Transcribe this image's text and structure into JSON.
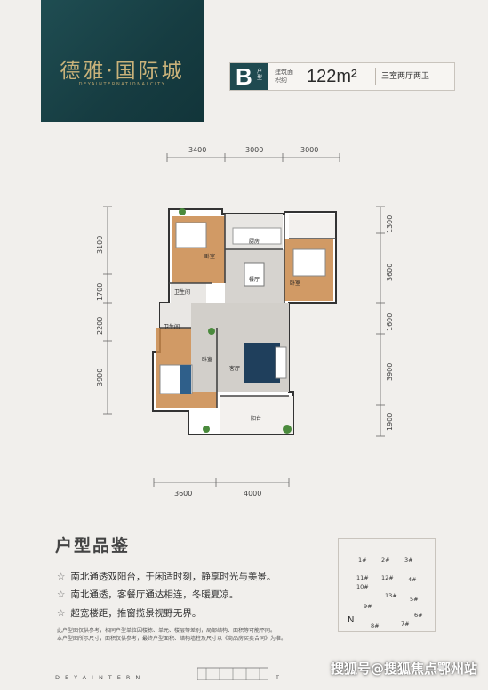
{
  "brand": {
    "name": "德雅·国际城",
    "subtitle": "DEYAINTERNATIONALCITY",
    "colors": {
      "panel": "#1f4d52",
      "gold": "#c9b27a"
    }
  },
  "header": {
    "type_letter": "B",
    "type_small": "户型",
    "area_caption": "建筑面积约",
    "area_value": "122m²",
    "layout_desc": "三室两厅两卫"
  },
  "dimensions": {
    "top": [
      "3400",
      "3000",
      "3000"
    ],
    "bottom": [
      "3600",
      "4000"
    ],
    "left": [
      "3100",
      "1700",
      "2200",
      "3900"
    ],
    "right": [
      "1300",
      "3600",
      "1600",
      "3900",
      "1900"
    ]
  },
  "rooms": {
    "bedroom_top": "卧室",
    "kitchen": "厨房",
    "bedroom_right": "卧室",
    "dining": "餐厅",
    "bath_top": "卫生间",
    "bath_left": "卫生间",
    "bedroom_left": "卧室",
    "living": "客厅",
    "balcony": "阳台"
  },
  "review": {
    "title": "户型品鉴",
    "features": [
      "南北通透双阳台，于闲适时刻，静享时光与美景。",
      "南北通透，客餐厅通达相连，冬暖夏凉。",
      "超宽楼距，推窗揽景视野无界。"
    ],
    "notes": [
      "此户型图仅供参考，相同户型单位因楼栋、单元、楼层等差别，局部结构、面积等可能不同。",
      "本户型图所示尺寸，面积仅供参考，最终户型面积、结构墙柱及尺寸以《商品房买卖合同》为准。"
    ]
  },
  "keymap": {
    "buildings": [
      "1#",
      "2#",
      "3#",
      "11#",
      "12#",
      "4#",
      "10#",
      "13#",
      "5#",
      "9#",
      "8#",
      "7#",
      "6#"
    ],
    "north": "N"
  },
  "footer": {
    "left": "DEYAINTERN",
    "right": "T"
  },
  "watermark": "搜狐号@搜狐焦点鄂州站"
}
